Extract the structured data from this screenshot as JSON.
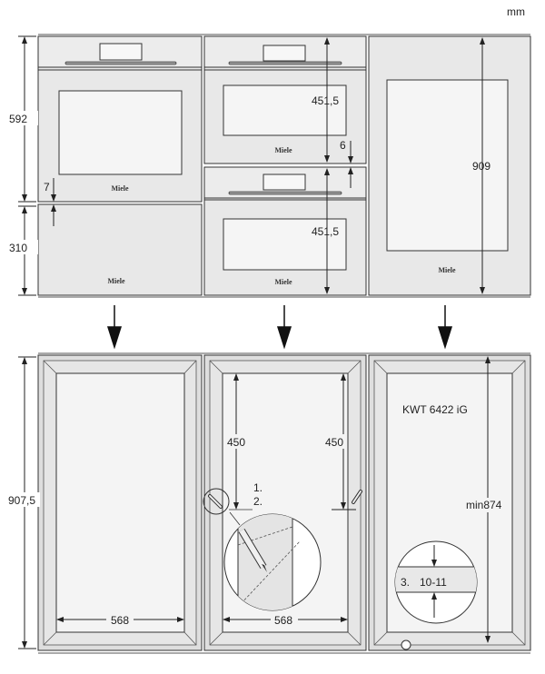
{
  "unit_label": "mm",
  "top_row": {
    "brand_label": "Miele",
    "dims": {
      "oven_height": "592",
      "gap": "7",
      "drawer_height": "310",
      "compact_unit_height": "451,5",
      "compact_unit_height_lower": "451,5",
      "compact_gap": "6",
      "cabinet_height": "909"
    }
  },
  "bottom_row": {
    "dims": {
      "niche_height": "907,5",
      "left_width": "568",
      "middle_width": "568",
      "middle_depth_left": "450",
      "middle_depth_right": "450",
      "right_min_height": "min874",
      "detail_range": "10-11"
    },
    "steps": [
      "1.",
      "2.",
      "3."
    ],
    "model_label": "KWT 6422 iG"
  }
}
